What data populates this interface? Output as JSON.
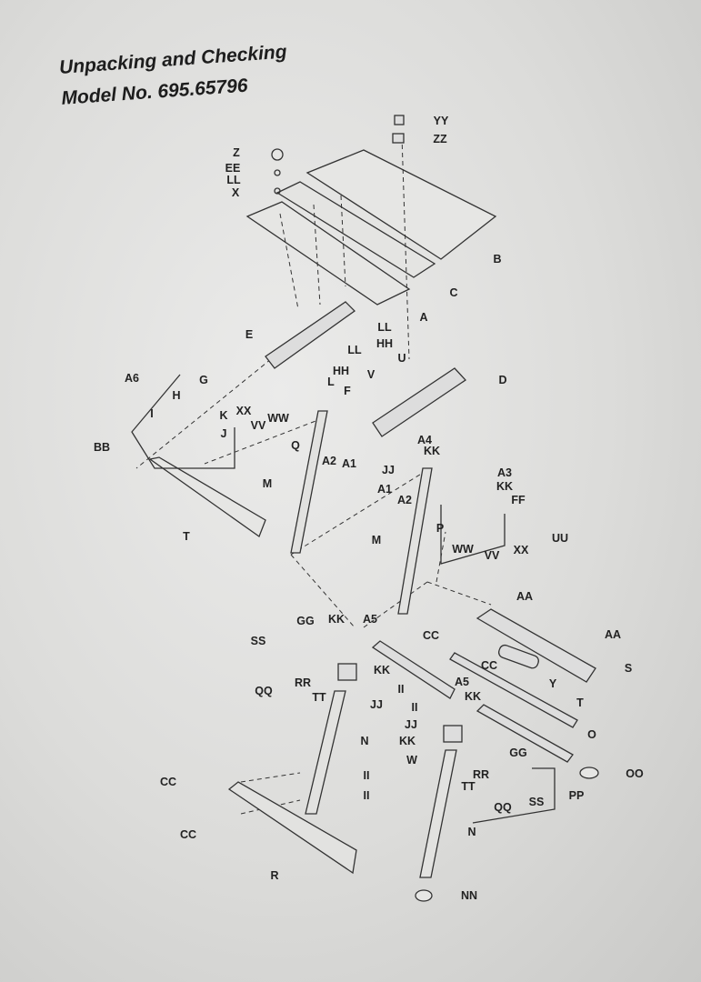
{
  "title": {
    "line1": "Unpacking and Checking",
    "line2": "Model No. 695.65796"
  },
  "part_labels": [
    "YY",
    "ZZ",
    "Z",
    "EE",
    "LL",
    "X",
    "B",
    "C",
    "A",
    "LL",
    "HH",
    "E",
    "LL",
    "HH",
    "L",
    "F",
    "D",
    "U",
    "V",
    "A6",
    "G",
    "H",
    "K",
    "I",
    "J",
    "XX",
    "VV",
    "WW",
    "Q",
    "A2",
    "A1",
    "A4",
    "KK",
    "BB",
    "JJ",
    "A1",
    "A2",
    "A3",
    "KK",
    "FF",
    "M",
    "P",
    "WW",
    "VV",
    "XX",
    "UU",
    "T",
    "M",
    "AA",
    "AA",
    "GG",
    "KK",
    "A5",
    "SS",
    "CC",
    "CC",
    "Y",
    "S",
    "KK",
    "QQ",
    "RR",
    "TT",
    "JJ",
    "II",
    "A5",
    "KK",
    "T",
    "II",
    "JJ",
    "KK",
    "GG",
    "O",
    "W",
    "RR",
    "TT",
    "OO",
    "CC",
    "II",
    "II",
    "QQ",
    "SS",
    "PP",
    "CC",
    "N",
    "N",
    "R",
    "NN"
  ]
}
